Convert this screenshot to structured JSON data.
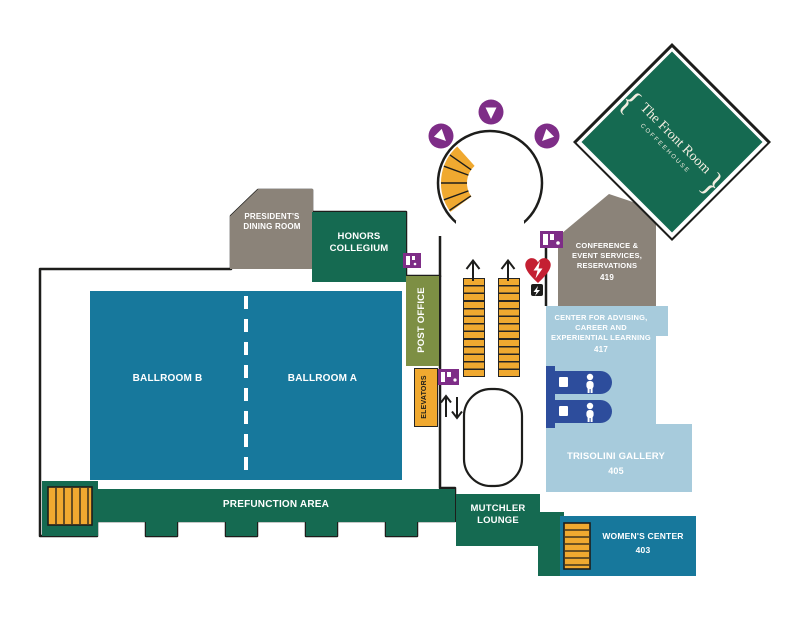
{
  "rooms": {
    "ballroom_b": {
      "label": "BALLROOM B"
    },
    "ballroom_a": {
      "label": "BALLROOM A"
    },
    "presidents_dining": {
      "label": "PRESIDENT'S DINING ROOM"
    },
    "honors_collegium": {
      "label": "HONORS COLLEGIUM"
    },
    "post_office": {
      "label": "POST OFFICE"
    },
    "elevators": {
      "label": "ELEVATORS"
    },
    "prefunction_area": {
      "label": "PREFUNCTION AREA"
    },
    "mutchler_lounge": {
      "label": "MUTCHLER LOUNGE"
    },
    "conference_event_services": {
      "label": "CONFERENCE & EVENT SERVICES, RESERVATIONS",
      "number": "419"
    },
    "advising_center": {
      "label": "CENTER FOR ADVISING, CAREER AND EXPERIENTIAL LEARNING",
      "number": "417"
    },
    "trisolini_gallery": {
      "label": "TRISOLINI GALLERY",
      "number": "405"
    },
    "womens_center": {
      "label": "WOMEN'S CENTER",
      "number": "403"
    },
    "front_room": {
      "brace_left": "{",
      "name": "The Front Room",
      "subtitle": "COFFEEHOUSE",
      "brace_right": "}"
    }
  },
  "icons": [
    "vending-machine-icon",
    "aed-icon",
    "emergency-tag-icon",
    "stairs-icon",
    "curved-stairs-icon",
    "escalator-icon",
    "elevator-direction-icons",
    "restroom-icon",
    "entry-marker-icon",
    "up-arrow-icon"
  ],
  "colors": {
    "dark_green": "#156A51",
    "teal": "#17789C",
    "light_blue": "#A7CBDC",
    "navy": "#2D4D9C",
    "gray": "#8B8379",
    "olive": "#7D8F44",
    "orange": "#F0A930",
    "purple": "#7E2D87",
    "red": "#C42032",
    "outline": "#1D1D1B"
  }
}
